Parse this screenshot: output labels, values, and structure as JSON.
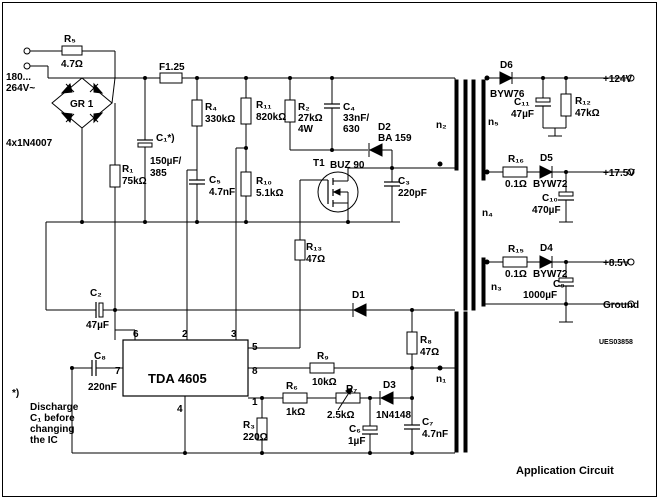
{
  "caption": "Application Circuit",
  "doc_code": "UES03858",
  "note": {
    "star": "*)",
    "line1": "Discharge",
    "line2": "C₁ before",
    "line3": "changing",
    "line4": "the IC"
  },
  "input": {
    "voltage1": "180...",
    "voltage2": "264V~"
  },
  "bridge": {
    "name": "GR 1",
    "diodes": "4x1N4007"
  },
  "ic": {
    "name": "TDA 4605",
    "pins": [
      "1",
      "2",
      "3",
      "4",
      "5",
      "6",
      "7",
      "8"
    ]
  },
  "transistor": {
    "name": "T1",
    "type": "BUZ 90"
  },
  "components": {
    "R5": {
      "name": "R₅",
      "value": "4.7Ω"
    },
    "F": {
      "name": "F1.25"
    },
    "C1": {
      "name": "C₁*)",
      "value": "150µF/",
      "value2": "385"
    },
    "R1": {
      "name": "R₁",
      "value": "75kΩ"
    },
    "R4": {
      "name": "R₄",
      "value": "330kΩ"
    },
    "C5": {
      "name": "C₅",
      "value": "4.7nF"
    },
    "R11": {
      "name": "R₁₁",
      "value": "820kΩ"
    },
    "R10": {
      "name": "R₁₀",
      "value": "5.1kΩ"
    },
    "R2": {
      "name": "R₂",
      "value": "27kΩ",
      "value2": "4W"
    },
    "C4": {
      "name": "C₄",
      "value": "33nF/",
      "value2": "630"
    },
    "D2": {
      "name": "D2",
      "type": "BA 159"
    },
    "C3": {
      "name": "C₃",
      "value": "220pF"
    },
    "R13": {
      "name": "R₁₃",
      "value": "47Ω"
    },
    "C2": {
      "name": "C₂",
      "value": "47µF"
    },
    "D1": {
      "name": "D1"
    },
    "C8": {
      "name": "C₈",
      "value": "220nF"
    },
    "R8": {
      "name": "R₈",
      "value": "47Ω"
    },
    "R9": {
      "name": "R₉",
      "value": "10kΩ"
    },
    "R6": {
      "name": "R₆",
      "value": "1kΩ"
    },
    "R7": {
      "name": "R₇",
      "value": "2.5kΩ"
    },
    "D3": {
      "name": "D3",
      "type": "1N4148"
    },
    "R3": {
      "name": "R₃",
      "value": "220Ω"
    },
    "C6": {
      "name": "C₆",
      "value": "1µF"
    },
    "C7": {
      "name": "C₇",
      "value": "4.7nF"
    },
    "D6": {
      "name": "D6",
      "type": "BYW76"
    },
    "C11": {
      "name": "C₁₁",
      "value": "47µF"
    },
    "R12": {
      "name": "R₁₂",
      "value": "47kΩ"
    },
    "R16": {
      "name": "R₁₆",
      "value": "0.1Ω"
    },
    "D5": {
      "name": "D5",
      "type": "BYW72"
    },
    "C10": {
      "name": "C₁₀",
      "value": "470µF"
    },
    "R15": {
      "name": "R₁₅",
      "value": "0.1Ω"
    },
    "D4": {
      "name": "D4",
      "type": "BYW72"
    },
    "C9": {
      "name": "C₉",
      "value": "1000µF"
    }
  },
  "windings": {
    "n1": "n₁",
    "n2": "n₂",
    "n3": "n₃",
    "n4": "n₄",
    "n5": "n₅"
  },
  "outputs": {
    "v124": "+124V",
    "v17": "+17.5V",
    "v8": "+8.5V",
    "gnd": "Ground"
  }
}
